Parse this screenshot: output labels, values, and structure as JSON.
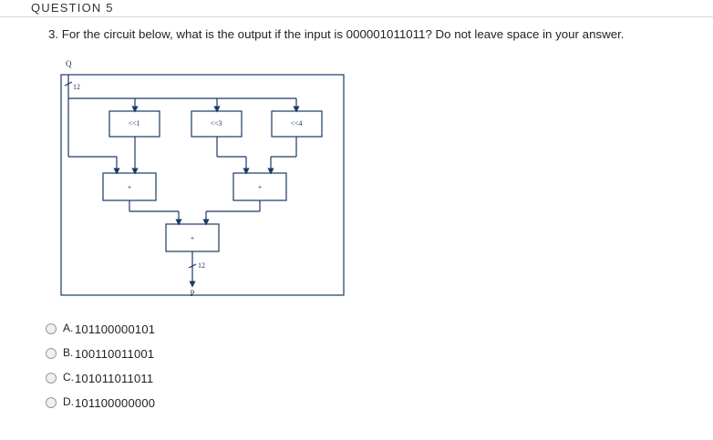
{
  "header": {
    "title": "QUESTION 5"
  },
  "question": {
    "text": "3. For the circuit below, what is the output if the input is 000001011011?  Do not leave space in your answer."
  },
  "diagram": {
    "input_label": "Q",
    "input_width": "12",
    "shift_blocks": [
      "<<1",
      "<<3",
      "<<4"
    ],
    "adder_label": "+",
    "output_width": "12",
    "output_label": "P"
  },
  "options": [
    {
      "letter": "A.",
      "value": "101100000101"
    },
    {
      "letter": "B.",
      "value": "100110011001"
    },
    {
      "letter": "C.",
      "value": "101011011011"
    },
    {
      "letter": "D.",
      "value": "101100000000"
    }
  ]
}
